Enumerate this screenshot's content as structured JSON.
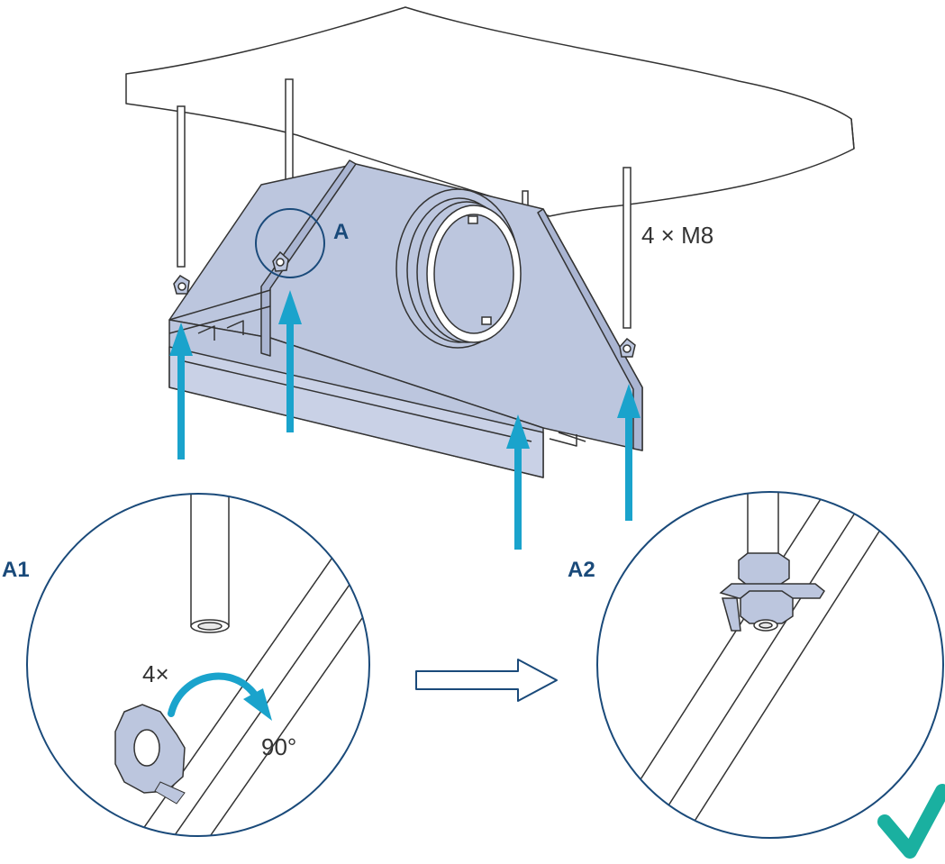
{
  "labels": {
    "callout": "A",
    "rod_spec": "4 × M8",
    "detail_1": "A1",
    "detail_2": "A2",
    "count": "4×",
    "angle": "90°"
  },
  "icons": {
    "direction_arrows": "arrow-up-icon",
    "transition_arrow": "arrow-right-icon",
    "rotate": "rotate-arrow-icon",
    "done": "checkmark-icon"
  },
  "colors": {
    "unit_fill": "#bcc6de",
    "detail_circle": "#1a4a7a",
    "arrow_blue": "#1aa3cc",
    "checkmark": "#1ab0a0",
    "label_bold": "#1a4a7a",
    "outline": "#333333"
  }
}
